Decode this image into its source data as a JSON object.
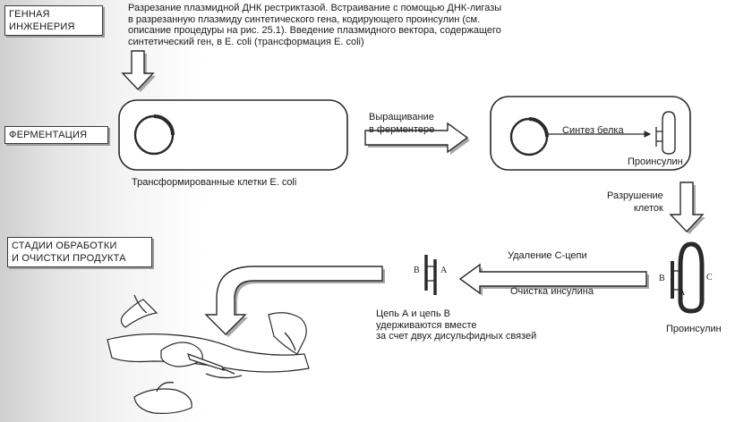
{
  "stages": {
    "genetic": "ГЕННАЯ\nИНЖЕНЕРИЯ",
    "fermentation": "ФЕРМЕНТАЦИЯ",
    "processing": "СТАДИИ ОБРАБОТКИ\nИ ОЧИСТКИ ПРОДУКТА"
  },
  "steps": {
    "genetic_desc": "Разрезание плазмидной ДНК рестриктазой. Встраивание с помощью ДНК-лигазы в разрезанную плазмиду синтетического гена, кодирующего проинсулин (см. описание процедуры на рис. 25.1). Введение плазмидного вектора, содержащего синтетический ген, в E. coli (трансформация E. coli)",
    "transformed_cells": "Трансформированные клетки E. coli",
    "growth": "Выращивание\nв ферментере",
    "protein_synthesis": "Синтез белка",
    "proinsulin_cell": "Проинсулин",
    "cell_lysis": "Разрушение\nклеток",
    "proinsulin": "Проинсулин",
    "c_chain_removal": "Удаление С-цепи",
    "purification": "Очистка инсулина",
    "chains_note": "Цепь А и цепь В\nудерживаются вместе\nза счет двух дисульфидных связей"
  },
  "chain_letters": {
    "b": "B",
    "a": "A",
    "c": "C"
  }
}
